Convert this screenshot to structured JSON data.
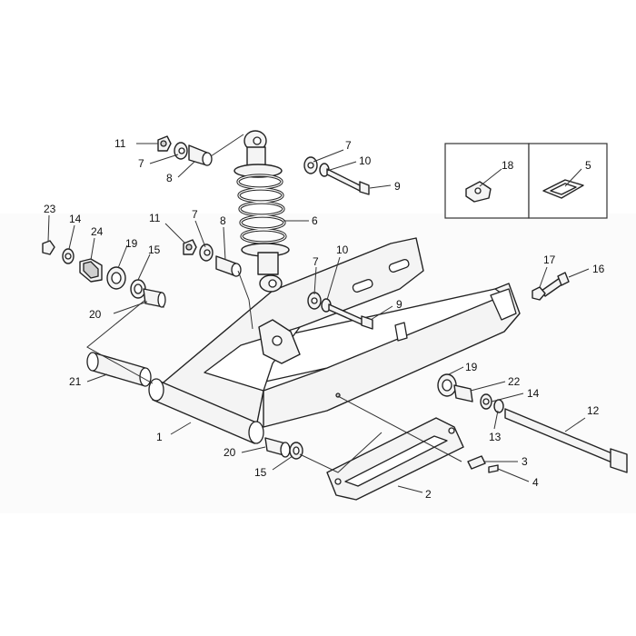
{
  "diagram": {
    "callouts": [
      {
        "id": "c1",
        "label": "1"
      },
      {
        "id": "c2",
        "label": "2"
      },
      {
        "id": "c3",
        "label": "3"
      },
      {
        "id": "c4",
        "label": "4"
      },
      {
        "id": "c5",
        "label": "5"
      },
      {
        "id": "c6",
        "label": "6"
      },
      {
        "id": "c7a",
        "label": "7"
      },
      {
        "id": "c7b",
        "label": "7"
      },
      {
        "id": "c7c",
        "label": "7"
      },
      {
        "id": "c7d",
        "label": "7"
      },
      {
        "id": "c8a",
        "label": "8"
      },
      {
        "id": "c8b",
        "label": "8"
      },
      {
        "id": "c9a",
        "label": "9"
      },
      {
        "id": "c9b",
        "label": "9"
      },
      {
        "id": "c10a",
        "label": "10"
      },
      {
        "id": "c10b",
        "label": "10"
      },
      {
        "id": "c11a",
        "label": "11"
      },
      {
        "id": "c11b",
        "label": "11"
      },
      {
        "id": "c12",
        "label": "12"
      },
      {
        "id": "c13",
        "label": "13"
      },
      {
        "id": "c14a",
        "label": "14"
      },
      {
        "id": "c14b",
        "label": "14"
      },
      {
        "id": "c15a",
        "label": "15"
      },
      {
        "id": "c15b",
        "label": "15"
      },
      {
        "id": "c16",
        "label": "16"
      },
      {
        "id": "c17",
        "label": "17"
      },
      {
        "id": "c18",
        "label": "18"
      },
      {
        "id": "c19a",
        "label": "19"
      },
      {
        "id": "c19b",
        "label": "19"
      },
      {
        "id": "c20a",
        "label": "20"
      },
      {
        "id": "c20b",
        "label": "20"
      },
      {
        "id": "c21",
        "label": "21"
      },
      {
        "id": "c22",
        "label": "22"
      },
      {
        "id": "c23",
        "label": "23"
      },
      {
        "id": "c24",
        "label": "24"
      }
    ]
  }
}
